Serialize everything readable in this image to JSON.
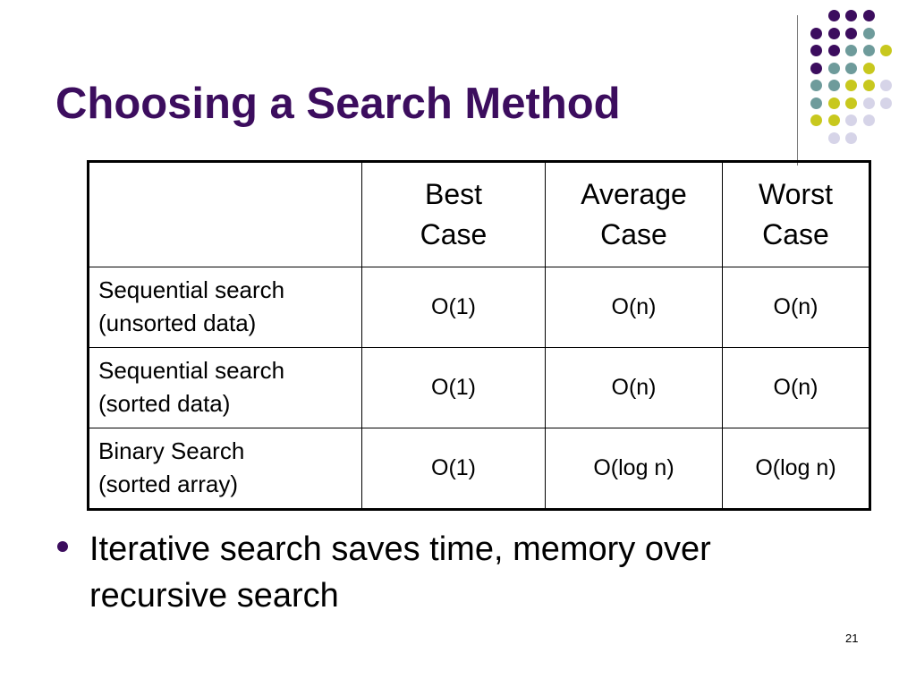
{
  "title": "Choosing a Search Method",
  "colors": {
    "title": "#3c0d5e",
    "dot_purple": "#3c0d5e",
    "dot_teal": "#6e9b9b",
    "dot_lime": "#c8c81e",
    "dot_lavender": "#d6d4e8"
  },
  "decoration": {
    "dot_rows": [
      [
        "purple",
        "purple",
        "purple"
      ],
      [
        "purple",
        "purple",
        "purple",
        "teal"
      ],
      [
        "purple",
        "purple",
        "teal",
        "teal",
        "lime"
      ],
      [
        "purple",
        "teal",
        "teal",
        "lime"
      ],
      [
        "teal",
        "teal",
        "lime",
        "lime",
        "lavender"
      ],
      [
        "teal",
        "lime",
        "lime",
        "lavender",
        "lavender"
      ],
      [
        "lime",
        "lime",
        "lavender",
        "lavender"
      ],
      [
        "lavender",
        "lavender"
      ]
    ]
  },
  "table": {
    "header": {
      "corner": "",
      "best": [
        "Best",
        "Case"
      ],
      "average": [
        "Average",
        "Case"
      ],
      "worst": [
        "Worst",
        "Case"
      ]
    },
    "rows": [
      {
        "label": [
          "Sequential search",
          "(unsorted data)"
        ],
        "best": "O(1)",
        "average": "O(n)",
        "worst": "O(n)"
      },
      {
        "label": [
          "Sequential search",
          "(sorted data)"
        ],
        "best": "O(1)",
        "average": "O(n)",
        "worst": "O(n)"
      },
      {
        "label": [
          "Binary Search",
          "(sorted array)"
        ],
        "best": "O(1)",
        "average": "O(log n)",
        "worst": "O(log n)"
      }
    ]
  },
  "bullets": [
    "Iterative search saves time, memory over recursive search"
  ],
  "page_number": "21"
}
